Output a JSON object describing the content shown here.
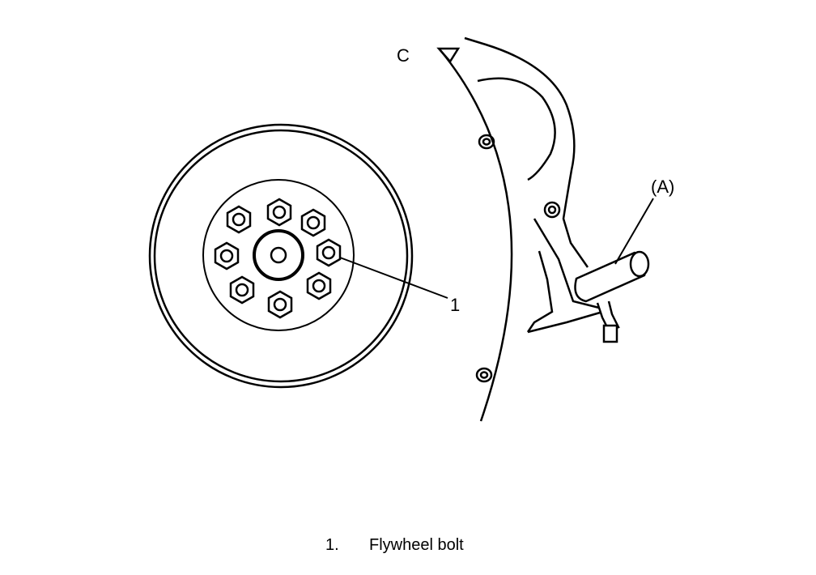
{
  "diagram": {
    "callouts": {
      "flywheel_bolt": "1",
      "tool": "(A)",
      "c_mark": "C"
    },
    "legend": [
      {
        "number": "1.",
        "label": "Flywheel bolt"
      }
    ],
    "colors": {
      "ink": "#000000",
      "paper": "#ffffff"
    }
  }
}
